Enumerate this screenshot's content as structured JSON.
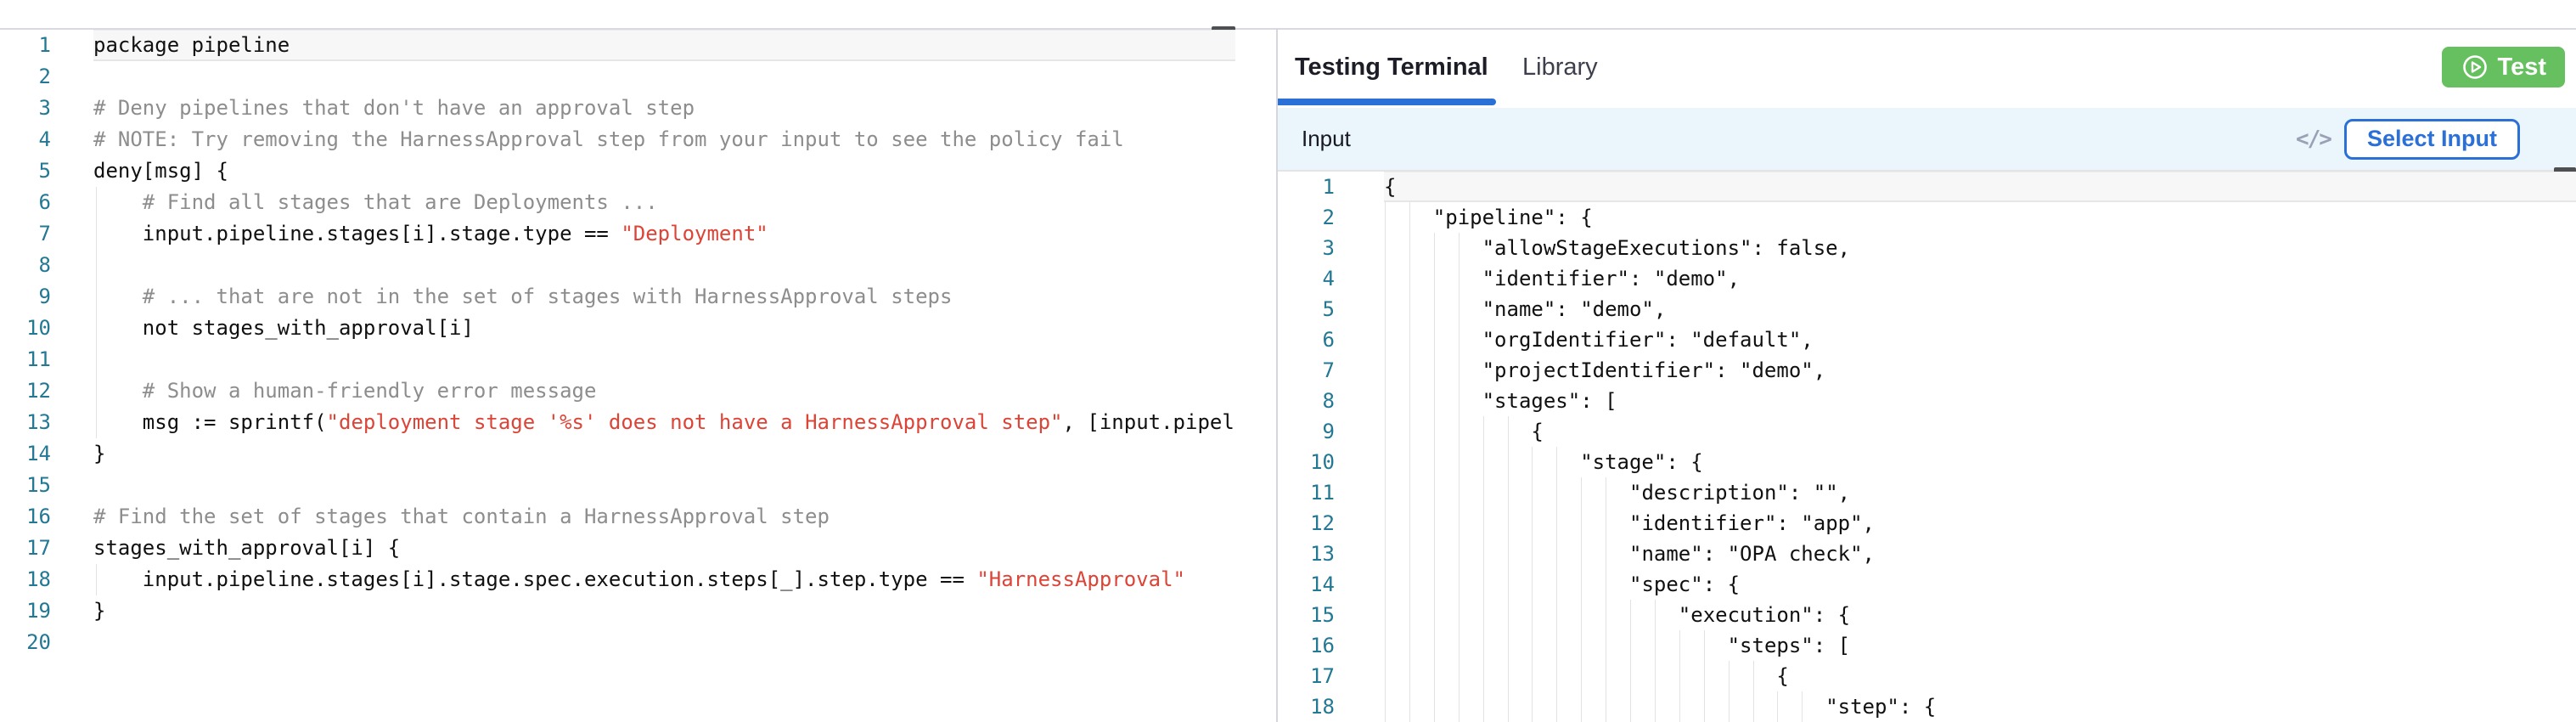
{
  "colors": {
    "accent_blue": "#2b70d6",
    "test_green": "#67c05f",
    "string_red": "#dc4437",
    "comment_gray": "#8d8d8d",
    "line_number_teal": "#237893",
    "input_bar_bg": "#eaf6fc"
  },
  "left_editor": {
    "lines": [
      {
        "n": 1,
        "current": true,
        "tokens": [
          {
            "c": "plain",
            "t": "package pipeline"
          }
        ]
      },
      {
        "n": 2,
        "tokens": []
      },
      {
        "n": 3,
        "tokens": [
          {
            "c": "comment",
            "t": "# Deny pipelines that don't have an approval step"
          }
        ]
      },
      {
        "n": 4,
        "tokens": [
          {
            "c": "comment",
            "t": "# NOTE: Try removing the HarnessApproval step from your input to see the policy fail"
          }
        ]
      },
      {
        "n": 5,
        "tokens": [
          {
            "c": "plain",
            "t": "deny[msg] {"
          }
        ]
      },
      {
        "n": 6,
        "guide": true,
        "indent": 4,
        "tokens": [
          {
            "c": "comment",
            "t": "# Find all stages that are Deployments ..."
          }
        ]
      },
      {
        "n": 7,
        "guide": true,
        "indent": 4,
        "tokens": [
          {
            "c": "plain",
            "t": "input.pipeline.stages[i].stage.type == "
          },
          {
            "c": "string",
            "t": "\"Deployment\""
          }
        ]
      },
      {
        "n": 8,
        "guide": true,
        "tokens": []
      },
      {
        "n": 9,
        "guide": true,
        "indent": 4,
        "tokens": [
          {
            "c": "comment",
            "t": "# ... that are not in the set of stages with HarnessApproval steps"
          }
        ]
      },
      {
        "n": 10,
        "guide": true,
        "indent": 4,
        "tokens": [
          {
            "c": "plain",
            "t": "not stages_with_approval[i]"
          }
        ]
      },
      {
        "n": 11,
        "guide": true,
        "tokens": []
      },
      {
        "n": 12,
        "guide": true,
        "indent": 4,
        "tokens": [
          {
            "c": "comment",
            "t": "# Show a human-friendly error message"
          }
        ]
      },
      {
        "n": 13,
        "guide": true,
        "indent": 4,
        "tokens": [
          {
            "c": "plain",
            "t": "msg := sprintf("
          },
          {
            "c": "string",
            "t": "\"deployment stage '%s' does not have a HarnessApproval step\""
          },
          {
            "c": "plain",
            "t": ", [input.pipel"
          }
        ]
      },
      {
        "n": 14,
        "tokens": [
          {
            "c": "plain",
            "t": "}"
          }
        ]
      },
      {
        "n": 15,
        "tokens": []
      },
      {
        "n": 16,
        "tokens": [
          {
            "c": "comment",
            "t": "# Find the set of stages that contain a HarnessApproval step"
          }
        ]
      },
      {
        "n": 17,
        "tokens": [
          {
            "c": "plain",
            "t": "stages_with_approval[i] {"
          }
        ]
      },
      {
        "n": 18,
        "guide": true,
        "indent": 4,
        "tokens": [
          {
            "c": "plain",
            "t": "input.pipeline.stages[i].stage.spec.execution.steps[_].step.type == "
          },
          {
            "c": "string",
            "t": "\"HarnessApproval\""
          }
        ]
      },
      {
        "n": 19,
        "tokens": [
          {
            "c": "plain",
            "t": "}"
          }
        ]
      },
      {
        "n": 20,
        "tokens": []
      }
    ]
  },
  "right_panel": {
    "tabs": [
      {
        "label": "Testing Terminal",
        "active": true
      },
      {
        "label": "Library",
        "active": false
      }
    ],
    "test_button": {
      "label": "Test",
      "icon": "play-circle-icon"
    },
    "input_header": {
      "title": "Input",
      "code_icon": "</>",
      "select_button_label": "Select Input"
    },
    "json_editor": {
      "lines": [
        {
          "n": 1,
          "current": true,
          "indent": 0,
          "text": "{"
        },
        {
          "n": 2,
          "indent": 4,
          "text": "\"pipeline\": {"
        },
        {
          "n": 3,
          "indent": 8,
          "text": "\"allowStageExecutions\": false,"
        },
        {
          "n": 4,
          "indent": 8,
          "text": "\"identifier\": \"demo\","
        },
        {
          "n": 5,
          "indent": 8,
          "text": "\"name\": \"demo\","
        },
        {
          "n": 6,
          "indent": 8,
          "text": "\"orgIdentifier\": \"default\","
        },
        {
          "n": 7,
          "indent": 8,
          "text": "\"projectIdentifier\": \"demo\","
        },
        {
          "n": 8,
          "indent": 8,
          "text": "\"stages\": ["
        },
        {
          "n": 9,
          "indent": 12,
          "text": "{"
        },
        {
          "n": 10,
          "indent": 16,
          "text": "\"stage\": {"
        },
        {
          "n": 11,
          "indent": 20,
          "text": "\"description\": \"\","
        },
        {
          "n": 12,
          "indent": 20,
          "text": "\"identifier\": \"app\","
        },
        {
          "n": 13,
          "indent": 20,
          "text": "\"name\": \"OPA check\","
        },
        {
          "n": 14,
          "indent": 20,
          "text": "\"spec\": {"
        },
        {
          "n": 15,
          "indent": 24,
          "text": "\"execution\": {"
        },
        {
          "n": 16,
          "indent": 28,
          "text": "\"steps\": ["
        },
        {
          "n": 17,
          "indent": 32,
          "text": "{"
        },
        {
          "n": 18,
          "indent": 36,
          "text": "\"step\": {"
        }
      ]
    }
  }
}
